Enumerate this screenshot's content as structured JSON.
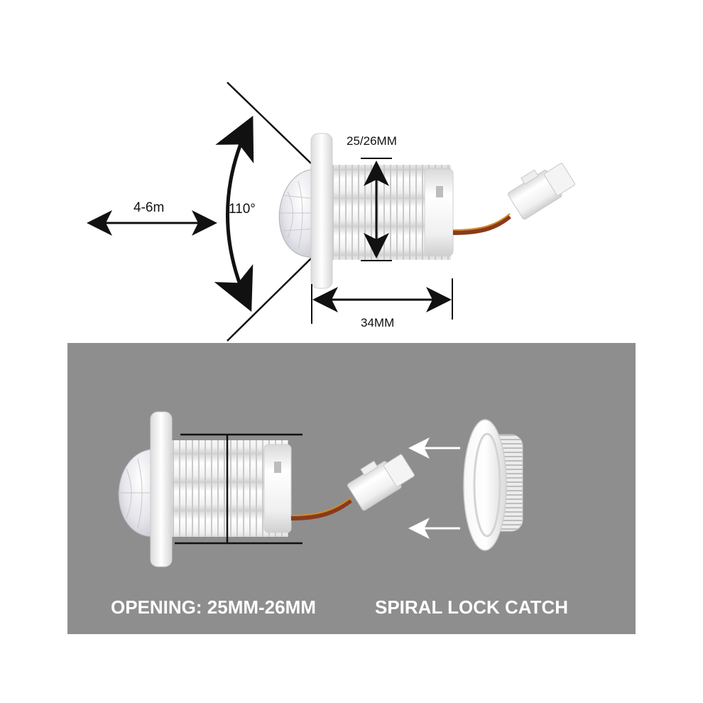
{
  "top_diagram": {
    "range_label": "4-6m",
    "angle_label": "110°",
    "diameter_label": "25/26MM",
    "length_label": "34MM"
  },
  "bottom_panel": {
    "opening_caption": "OPENING: 25MM-26MM",
    "lock_caption": "SPIRAL LOCK CATCH"
  },
  "colors": {
    "panel_bg": "#8e8e8e",
    "body_white": "#f3f3f3",
    "lens_white": "#e6e6ec",
    "wire_brown": "#8a3a1a",
    "ink": "#111111",
    "caption_text": "#ffffff"
  }
}
